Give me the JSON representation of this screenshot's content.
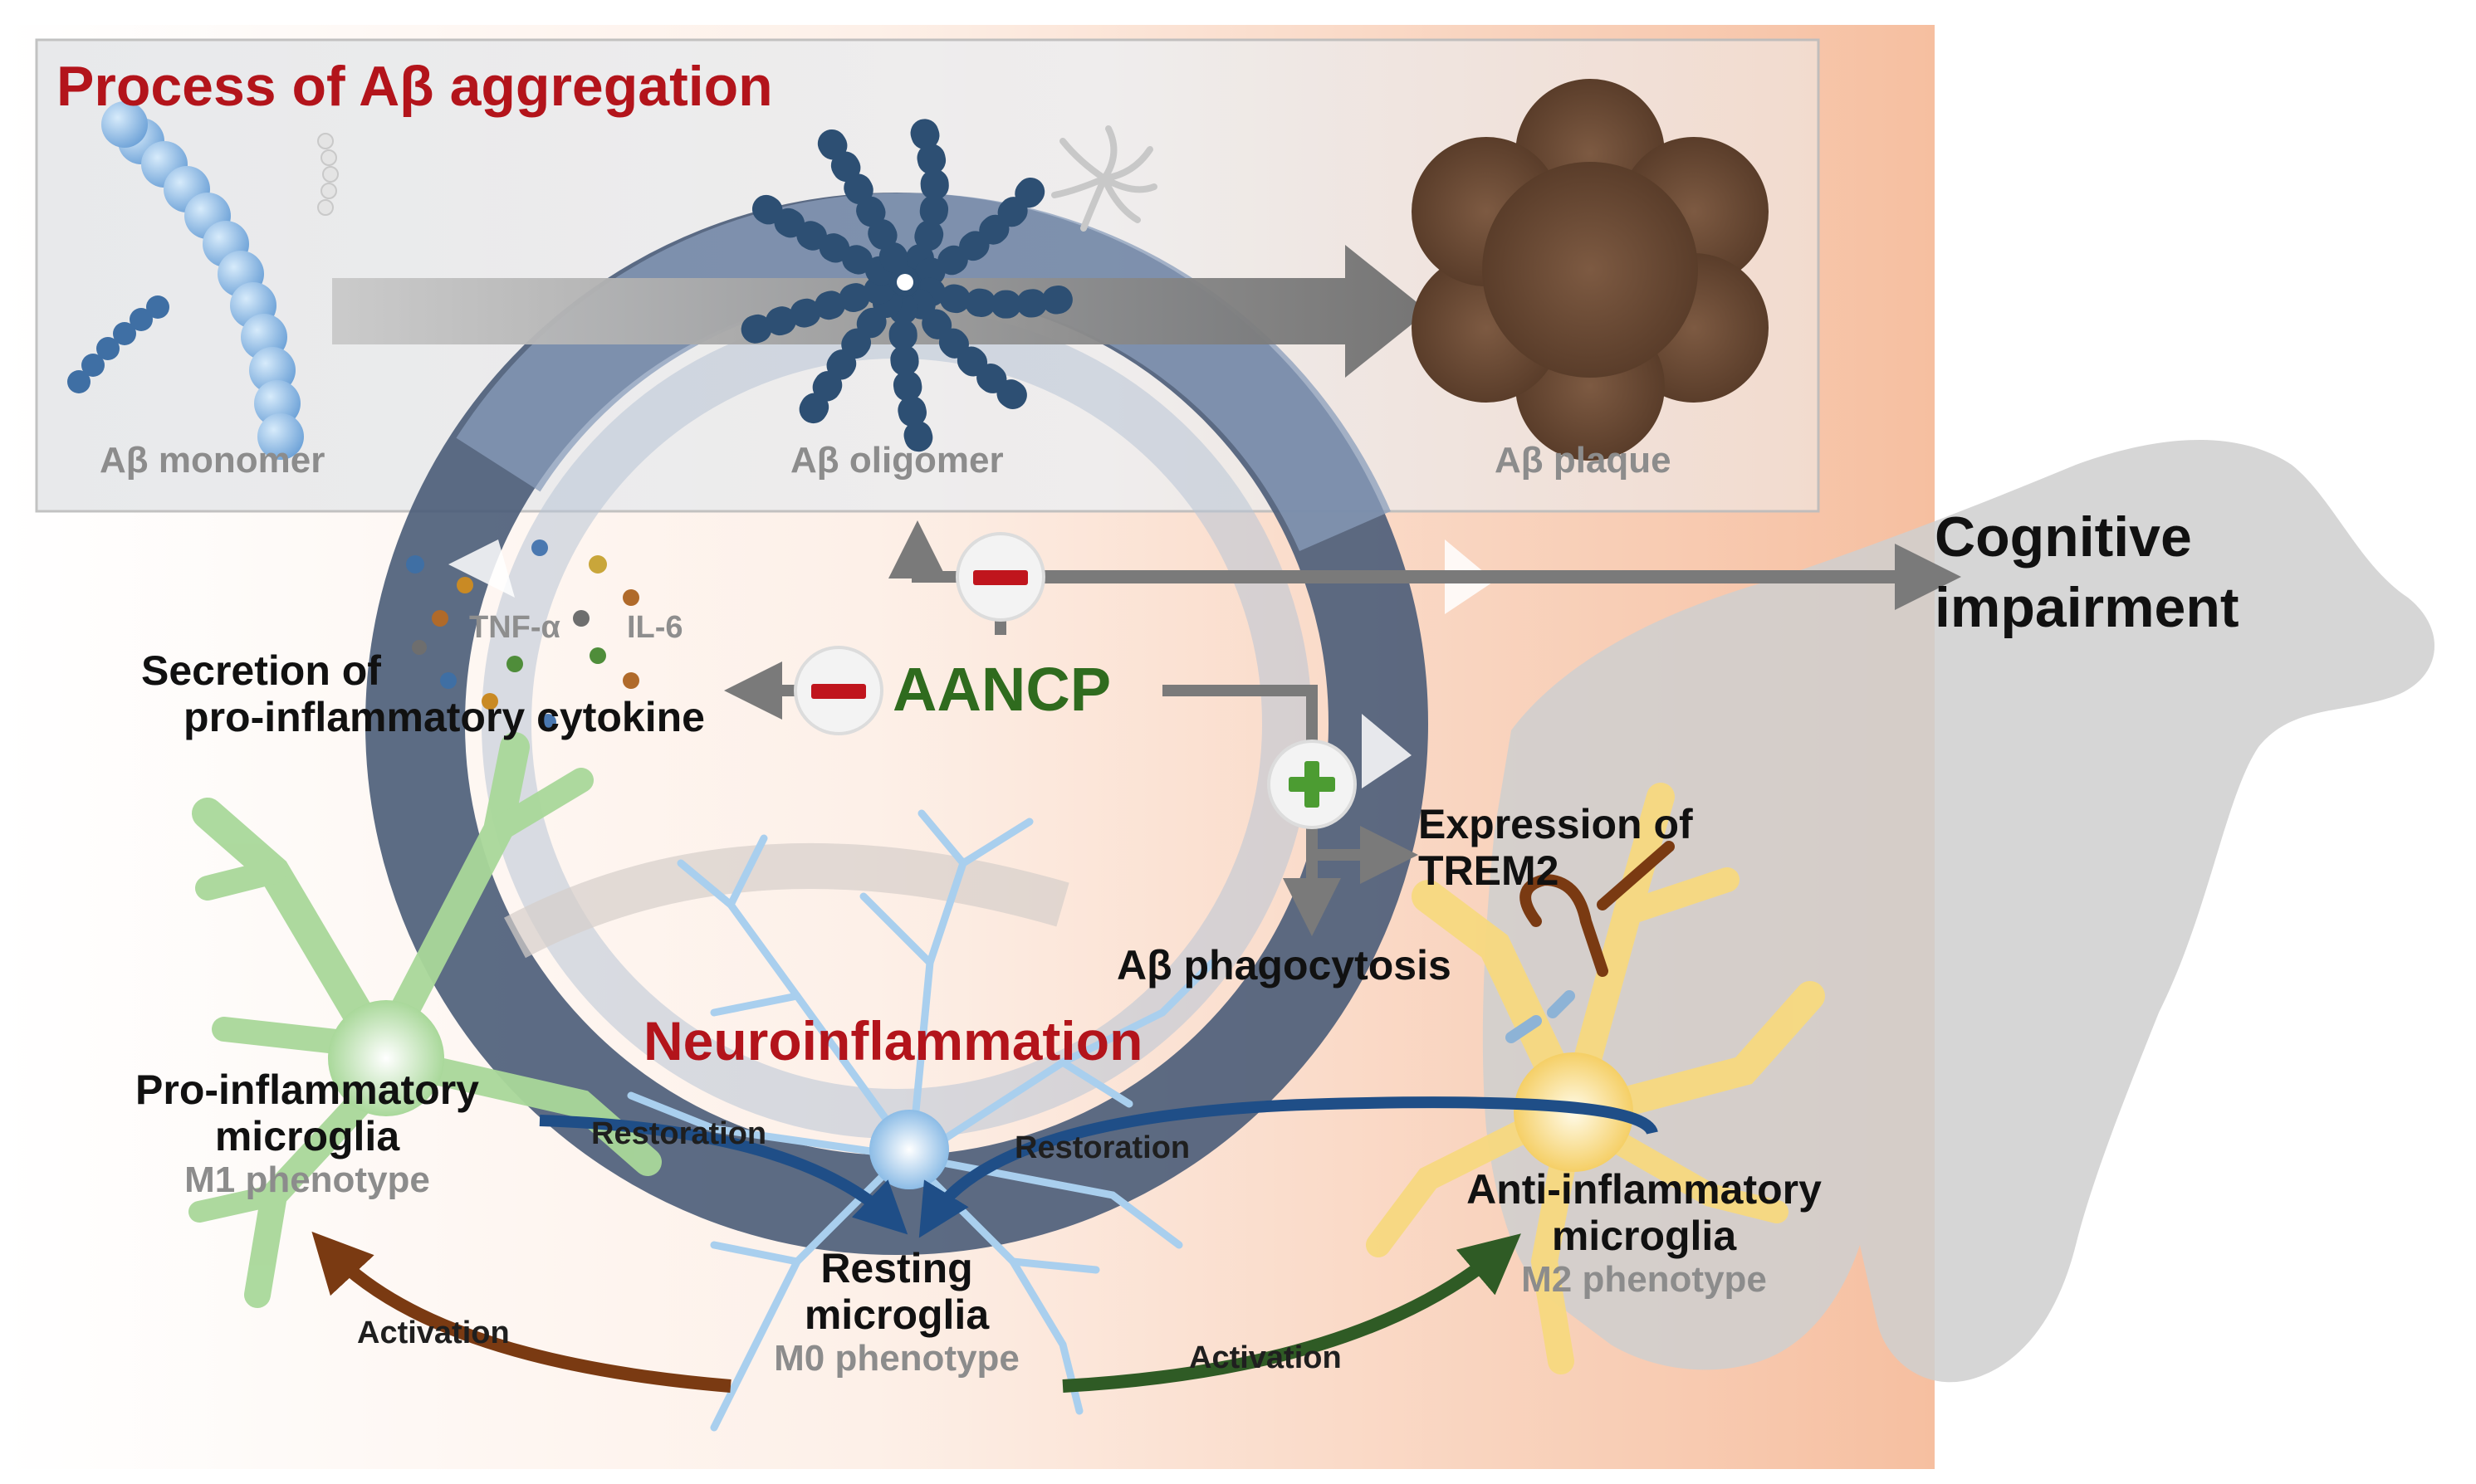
{
  "title": "Process of Aβ aggregation",
  "aggregation": {
    "monomer": "Aβ monomer",
    "oligomer": "Aβ oligomer",
    "plaque": "Aβ plaque"
  },
  "outcome": {
    "line1": "Cognitive",
    "line2": "impairment"
  },
  "drug": "AANCP",
  "cytokines": {
    "tnf": "TNF-α",
    "il6": "IL-6",
    "line1": "Secretion of",
    "line2": "pro-inflammatory cytokine"
  },
  "trem2": {
    "line1": "Expression of",
    "line2": "TREM2"
  },
  "phagocytosis": "Aβ phagocytosis",
  "neuroinflammation": "Neuroinflammation",
  "microglia": {
    "pro": {
      "line1": "Pro-inflammatory",
      "line2": "microglia",
      "phenotype": "M1 phenotype"
    },
    "resting": {
      "line1": "Resting",
      "line2": "microglia",
      "phenotype": "M0 phenotype"
    },
    "anti": {
      "line1": "Anti-inflammatory",
      "line2": "microglia",
      "phenotype": "M2 phenotype"
    }
  },
  "arrows": {
    "restoration_left": "Restoration",
    "restoration_right": "Restoration",
    "activation_left": "Activation",
    "activation_right": "Activation"
  },
  "symbols": {
    "minus": "−",
    "plus": "+"
  },
  "colors": {
    "title_red": "#b3141b",
    "drug_green": "#2f6b1e",
    "cycle_dark": "#3f516b",
    "cycle_light": "#7f93ae",
    "m1_green": "#a9d89a",
    "m0_blue": "#a9cfee",
    "m2_yellow": "#f7d980",
    "activation_brown": "#7a3a12",
    "activation_green": "#2f5b25",
    "restoration_blue": "#1f4e87",
    "plaque_brown": "#6b4a35",
    "monomer_blue": "#5e8fc7"
  }
}
